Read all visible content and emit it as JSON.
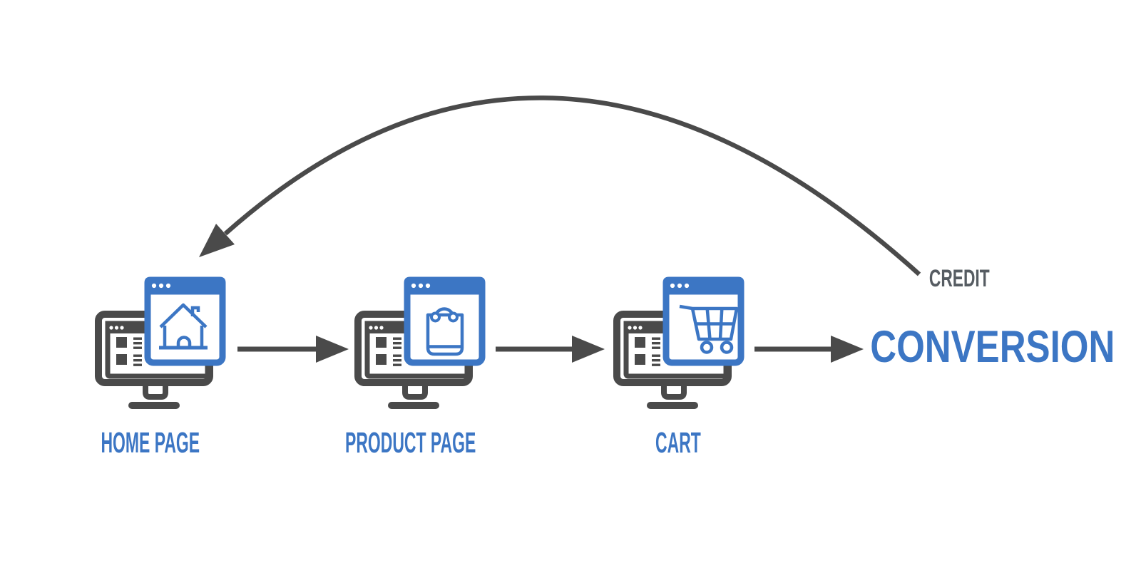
{
  "diagram": {
    "background": "#ffffff",
    "colors": {
      "accent_blue": "#3c76c4",
      "dark_gray": "#4a4a4a",
      "credit_gray": "#565c62"
    },
    "stages": [
      {
        "label": "HOME PAGE",
        "icon": "monitor-browser-home-icon"
      },
      {
        "label": "PRODUCT PAGE",
        "icon": "monitor-browser-shopping-bag-icon"
      },
      {
        "label": "CART",
        "icon": "monitor-browser-shopping-cart-icon"
      }
    ],
    "result": {
      "label": "CONVERSION"
    },
    "feedback_loop": {
      "label": "CREDIT",
      "icon": "curved-return-arrow"
    }
  }
}
